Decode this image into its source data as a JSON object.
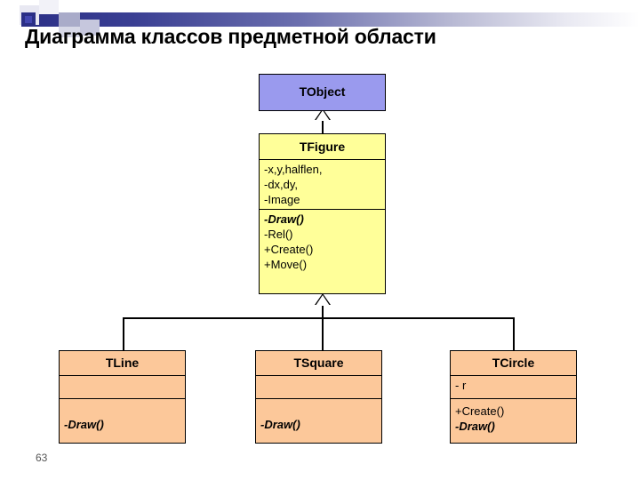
{
  "slide": {
    "title": "Диаграмма классов предметной области",
    "page_number": "63",
    "accent_color": "#2b2f86"
  },
  "diagram": {
    "type": "uml-class-diagram",
    "colors": {
      "root_fill": "#9a9aee",
      "abstract_fill": "#ffff99",
      "leaf_fill": "#fcc89a",
      "border": "#000000"
    },
    "classes": [
      {
        "id": "tobject",
        "name": "TObject",
        "attributes": [],
        "methods": [],
        "show_attributes_compartment": false,
        "show_methods_compartment": false
      },
      {
        "id": "tfigure",
        "name": "TFigure",
        "attributes": [
          "-x,y,halflen,",
          "-dx,dy,",
          "-Image"
        ],
        "methods": [
          "-Draw()",
          "-Rel()",
          "+Create()",
          "+Move()"
        ],
        "abstract_methods": [
          "-Draw()"
        ],
        "show_attributes_compartment": true,
        "show_methods_compartment": true
      },
      {
        "id": "tline",
        "name": "TLine",
        "attributes": [],
        "methods": [
          "-Draw()"
        ],
        "abstract_methods": [
          "-Draw()"
        ],
        "show_attributes_compartment": true,
        "show_methods_compartment": true
      },
      {
        "id": "tsquare",
        "name": "TSquare",
        "attributes": [],
        "methods": [
          "-Draw()"
        ],
        "abstract_methods": [
          "-Draw()"
        ],
        "show_attributes_compartment": true,
        "show_methods_compartment": true
      },
      {
        "id": "tcircle",
        "name": "TCircle",
        "attributes": [
          "- r"
        ],
        "methods": [
          "+Create()",
          "-Draw()"
        ],
        "abstract_methods": [
          "-Draw()"
        ],
        "show_attributes_compartment": true,
        "show_methods_compartment": true
      }
    ],
    "relationships": [
      {
        "type": "generalization",
        "from": "tfigure",
        "to": "tobject"
      },
      {
        "type": "generalization",
        "from": "tline",
        "to": "tfigure"
      },
      {
        "type": "generalization",
        "from": "tsquare",
        "to": "tfigure"
      },
      {
        "type": "generalization",
        "from": "tcircle",
        "to": "tfigure"
      }
    ]
  }
}
